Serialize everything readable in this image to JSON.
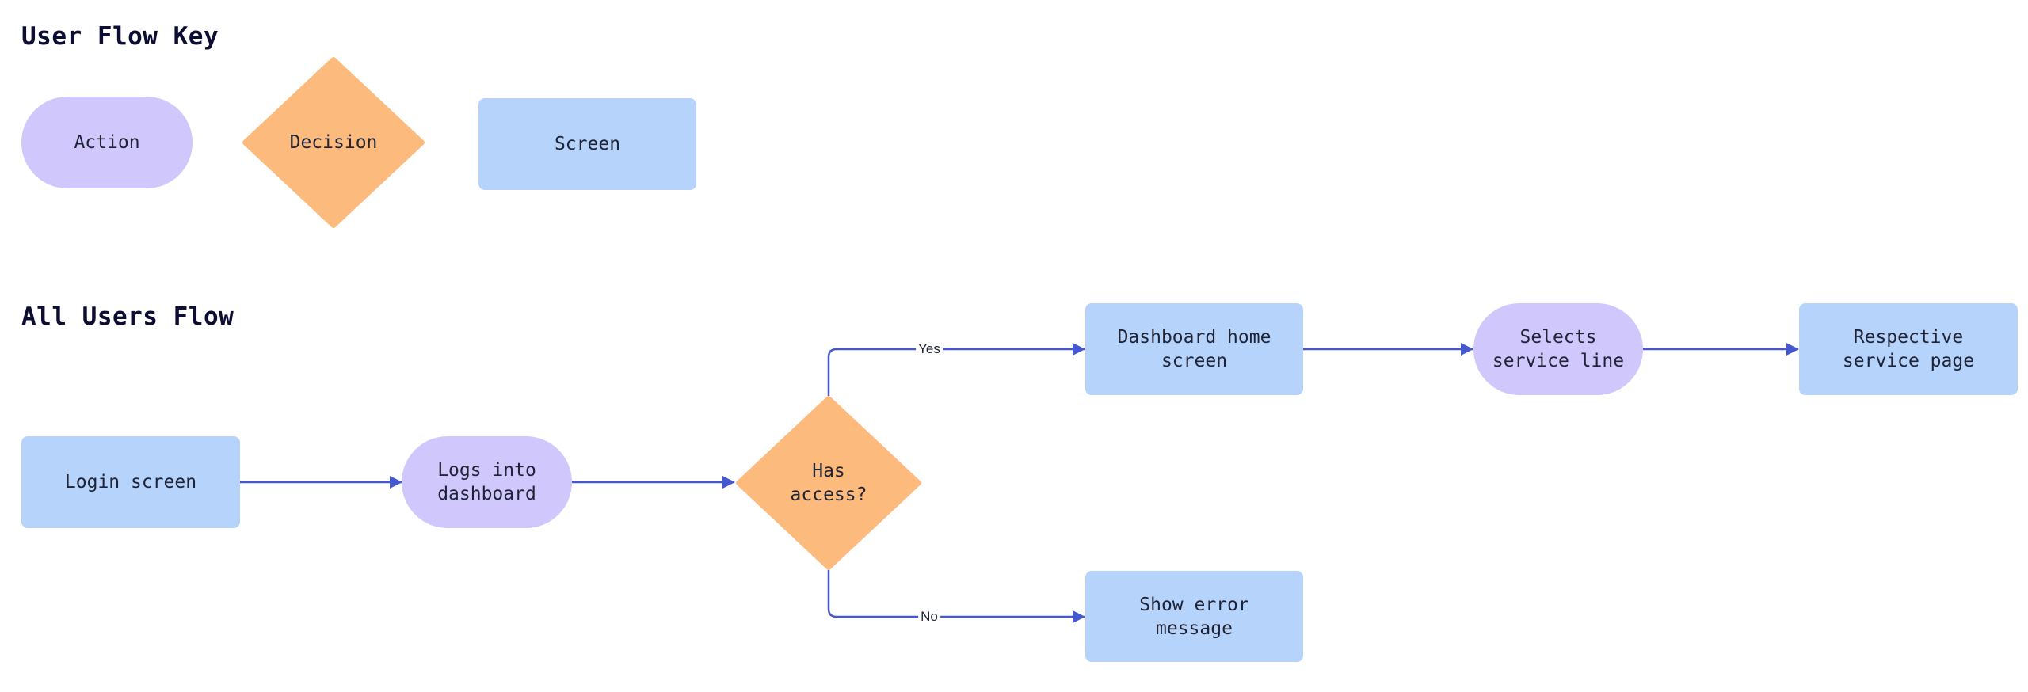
{
  "colors": {
    "action": "#d0c8fc",
    "decision": "#fdba7d",
    "screen": "#b6d3fb",
    "connector": "#4558cf",
    "heading": "#0d0d33"
  },
  "key": {
    "title": "User Flow Key",
    "items": [
      {
        "type": "action",
        "label": "Action"
      },
      {
        "type": "decision",
        "label": "Decision"
      },
      {
        "type": "screen",
        "label": "Screen"
      }
    ]
  },
  "flow": {
    "title": "All Users Flow",
    "nodes": {
      "login": {
        "type": "screen",
        "label": "Login screen"
      },
      "logs_into": {
        "type": "action",
        "label": "Logs into\ndashboard"
      },
      "has_access": {
        "type": "decision",
        "label": "Has\naccess?"
      },
      "dashboard_home": {
        "type": "screen",
        "label": "Dashboard home\nscreen"
      },
      "selects_service": {
        "type": "action",
        "label": "Selects\nservice line"
      },
      "service_page": {
        "type": "screen",
        "label": "Respective\nservice page"
      },
      "show_error": {
        "type": "screen",
        "label": "Show error\nmessage"
      }
    },
    "edges": [
      {
        "from": "login",
        "to": "logs_into",
        "label": ""
      },
      {
        "from": "logs_into",
        "to": "has_access",
        "label": ""
      },
      {
        "from": "has_access",
        "to": "dashboard_home",
        "label": "Yes"
      },
      {
        "from": "has_access",
        "to": "show_error",
        "label": "No"
      },
      {
        "from": "dashboard_home",
        "to": "selects_service",
        "label": ""
      },
      {
        "from": "selects_service",
        "to": "service_page",
        "label": ""
      }
    ]
  }
}
